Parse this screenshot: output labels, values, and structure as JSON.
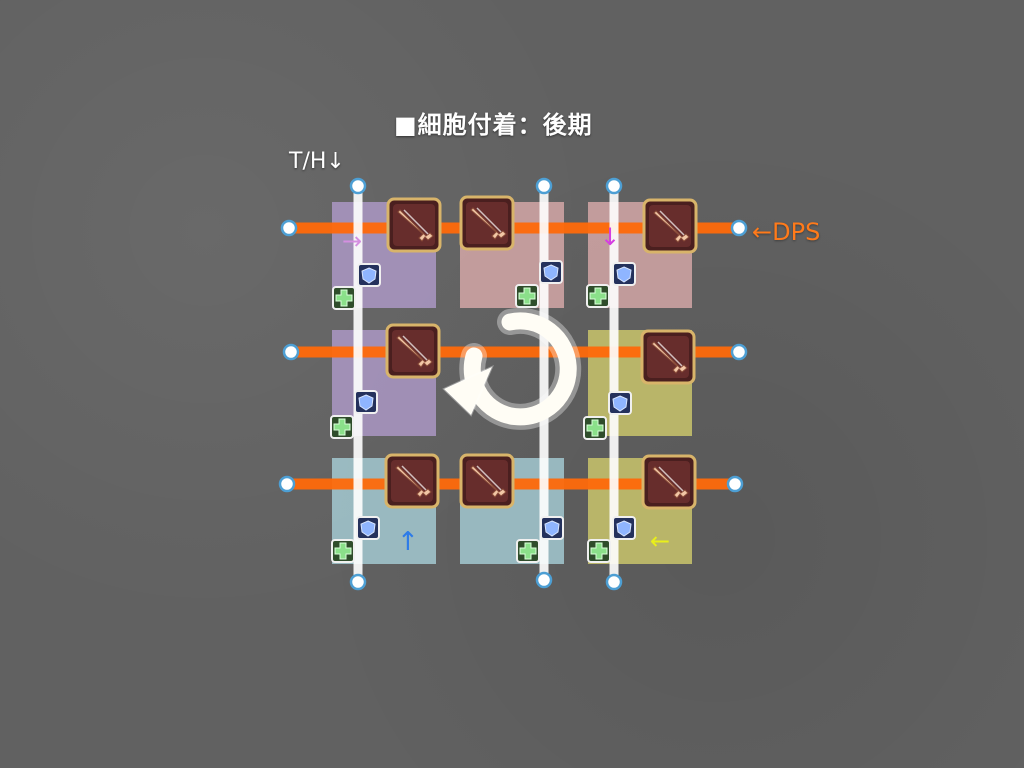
{
  "title": "■細胞付着：後期",
  "labels": {
    "th": "T/H↓",
    "dps": "←DPS"
  },
  "colors": {
    "background": "#616161",
    "dps_line": "#ff6a0a",
    "th_line": "#ffffff",
    "purple_zone": "#b9a1d6",
    "pink_zone": "#e7b3b3",
    "yellow_zone": "#c8c46b",
    "blue_zone": "#a9d2db",
    "arrow_purple": "#d48fe0",
    "arrow_magenta": "#d53fe1",
    "arrow_blue": "#2d7be8",
    "arrow_yellow": "#e9ef1a"
  },
  "icons": {
    "dps": "sword-icon",
    "tank": "shield-icon",
    "healer": "cross-icon",
    "rotation": "counterclockwise-rotate-icon"
  },
  "arrows": [
    {
      "name": "arrow-right",
      "glyph": "→"
    },
    {
      "name": "arrow-down",
      "glyph": "↓"
    },
    {
      "name": "arrow-up",
      "glyph": "↑"
    },
    {
      "name": "arrow-left",
      "glyph": "←"
    }
  ]
}
